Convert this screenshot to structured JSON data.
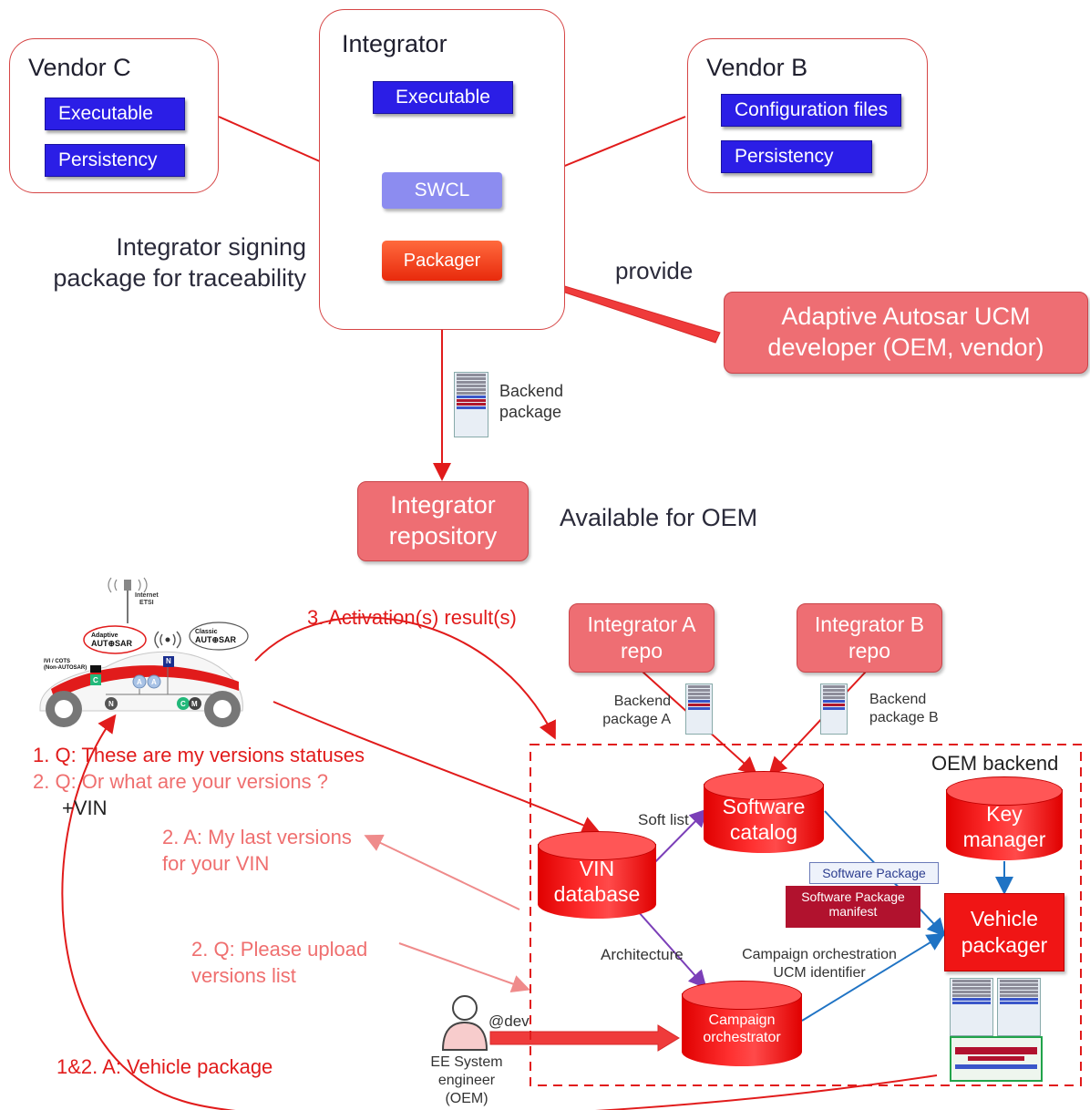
{
  "top": {
    "vendor_c": {
      "title": "Vendor C",
      "items": [
        "Executable",
        "Persistency"
      ]
    },
    "integrator": {
      "title": "Integrator",
      "executable": "Executable",
      "swcl": "SWCL",
      "packager": "Packager"
    },
    "vendor_b": {
      "title": "Vendor B",
      "items": [
        "Configuration files",
        "Persistency"
      ]
    },
    "signing_note": [
      "Integrator signing",
      "package for traceability"
    ],
    "provide_label": "provide",
    "ucm_developer": [
      "Adaptive Autosar UCM",
      "developer (OEM, vendor)"
    ],
    "backend_package_label": [
      "Backend",
      "package"
    ],
    "integrator_repository": [
      "Integrator",
      "repository"
    ],
    "available_label": "Available for OEM"
  },
  "car": {
    "internet_label": [
      "Internet",
      "ETSI"
    ],
    "adaptive_label": [
      "Adaptive",
      "AUT⊕SAR"
    ],
    "classic_label": [
      "Classic",
      "AUT⊕SAR"
    ],
    "ivi_label": [
      "IVI / COTS",
      "(Non-AUTOSAR)"
    ],
    "node_n": "N",
    "node_c": "C",
    "node_m": "M",
    "node_a": "A"
  },
  "bottom": {
    "activation_result": "3. Activation(s) result(s)",
    "q1": "1. Q: These are my versions statuses",
    "q2": "2. Q: Or what are your versions ?",
    "vin": "+VIN",
    "a2": [
      "2. A: My last versions",
      "for your VIN"
    ],
    "q2_upload": [
      "2. Q: Please upload",
      "versions list"
    ],
    "a12": "1&2. A: Vehicle package",
    "integrator_a_repo": [
      "Integrator A",
      "repo"
    ],
    "integrator_b_repo": [
      "Integrator B",
      "repo"
    ],
    "backend_package_a": [
      "Backend",
      "package A"
    ],
    "backend_package_b": [
      "Backend",
      "package B"
    ],
    "oem_backend": "OEM backend",
    "software_catalog": [
      "Software",
      "catalog"
    ],
    "key_manager": [
      "Key",
      "manager"
    ],
    "soft_list": "Soft list",
    "vin_database": [
      "VIN",
      "database"
    ],
    "software_package": "Software Package",
    "software_package_manifest": [
      "Software Package",
      "manifest"
    ],
    "vehicle_packager": [
      "Vehicle",
      "packager"
    ],
    "architecture": "Architecture",
    "campaign_orchestration": [
      "Campaign orchestration",
      "UCM identifier"
    ],
    "campaign_orchestrator": [
      "Campaign",
      "orchestrator"
    ],
    "dev_label": "@dev",
    "ee_engineer": [
      "EE System",
      "engineer",
      "(OEM)"
    ]
  }
}
